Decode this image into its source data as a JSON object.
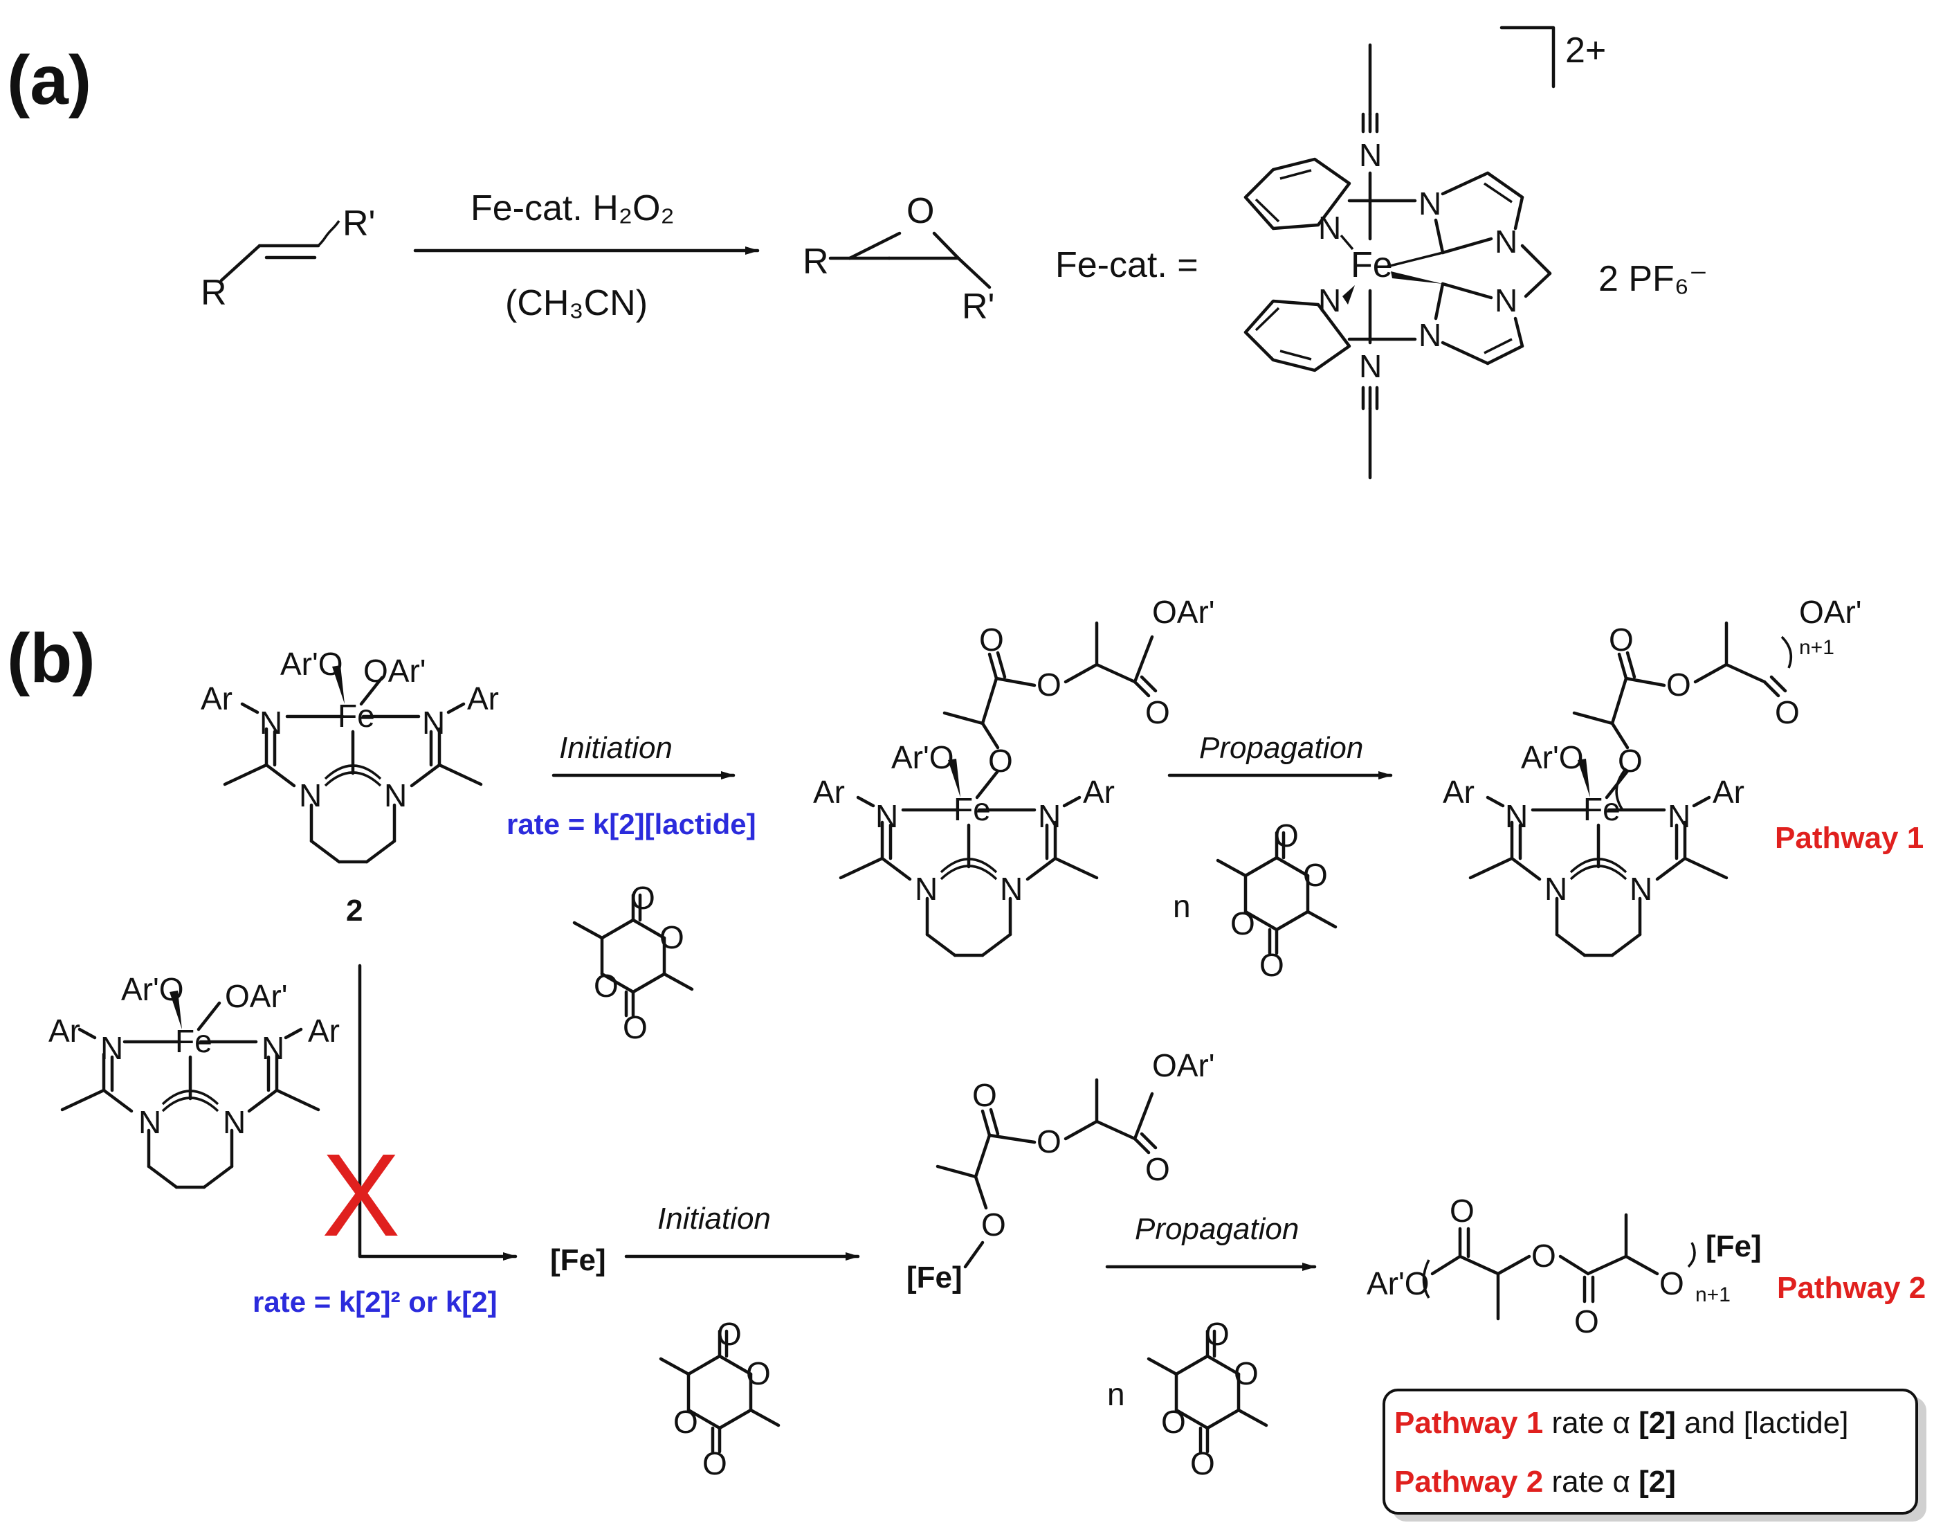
{
  "panel_a": {
    "label": "(a)",
    "reactant_R": "R",
    "reactant_R2": "R'",
    "arrow_top": "Fe-cat. H₂O₂",
    "arrow_bottom": "(CH₃CN)",
    "product_O": "O",
    "product_R": "R",
    "product_R2": "R'",
    "catalyst_label": "Fe-cat. =",
    "charge": "2+",
    "counterion": "2 PF₆⁻",
    "atoms": {
      "N": "N",
      "Fe": "Fe"
    }
  },
  "panel_b": {
    "label": "(b)",
    "compound_number": "2",
    "atoms": {
      "ArO": "Ar'O",
      "OAr": "OAr'",
      "Ar": "Ar",
      "N": "N",
      "Fe": "Fe",
      "O": "O",
      "n": "n",
      "n1": "n+1",
      "FeBracket": "[Fe]",
      "ArO_chain": "Ar'O"
    },
    "initiation_label": "Initiation",
    "propagation_label": "Propagation",
    "rate_1": "rate = k[2][lactide]",
    "rate_2": "rate = k[2]² or k[2]",
    "pathway_1": "Pathway 1",
    "pathway_2": "Pathway 2",
    "cross_mark": "X",
    "summary_box": {
      "line1_red": "Pathway 1",
      "line1_rest_a": " rate α ",
      "line1_bold": "[2]",
      "line1_rest_b": " and [lactide]",
      "line2_red": "Pathway 2",
      "line2_rest_a": " rate α ",
      "line2_bold": "[2]"
    }
  },
  "colors": {
    "accent_red": "#e0201e",
    "accent_blue": "#2b2bdc",
    "ink": "#111111"
  }
}
